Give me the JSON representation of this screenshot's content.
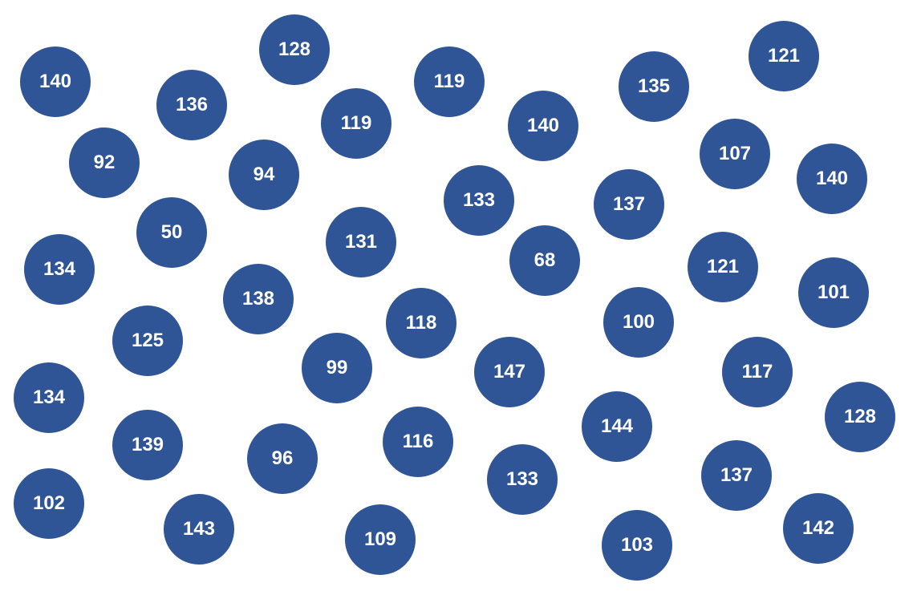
{
  "colors": {
    "circle_fill": "#2f5597",
    "text": "#ffffff",
    "background": "#ffffff"
  },
  "circles": [
    "140",
    "128",
    "136",
    "119",
    "119",
    "135",
    "121",
    "92",
    "94",
    "140",
    "107",
    "140",
    "133",
    "137",
    "50",
    "131",
    "68",
    "121",
    "134",
    "138",
    "101",
    "118",
    "100",
    "125",
    "99",
    "147",
    "117",
    "134",
    "139",
    "96",
    "116",
    "144",
    "128",
    "133",
    "137",
    "102",
    "143",
    "109",
    "103",
    "142"
  ]
}
